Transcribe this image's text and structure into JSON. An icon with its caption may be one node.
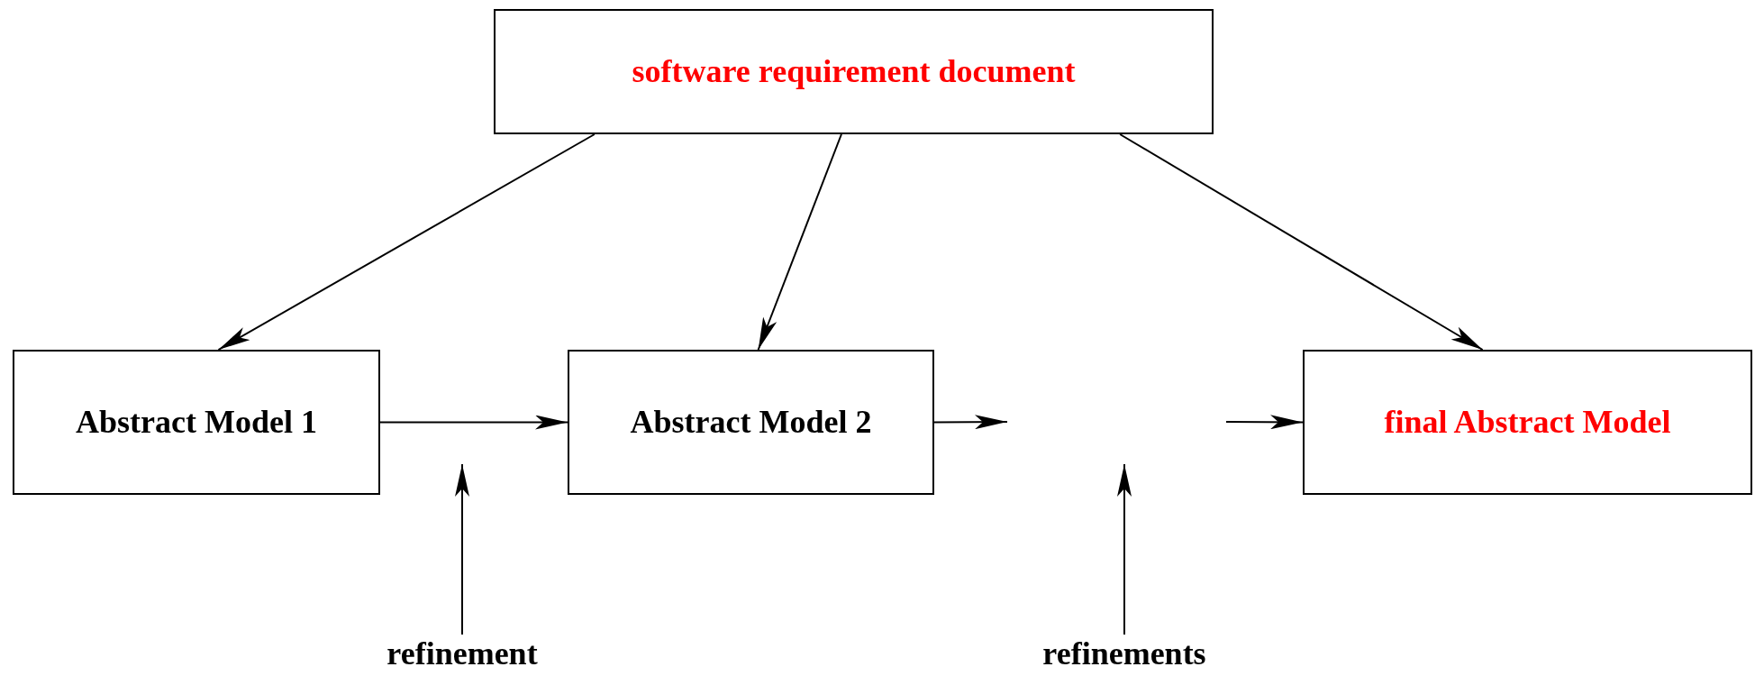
{
  "diagram": {
    "nodes": [
      {
        "text": [
          "software requirement document"
        ]
      },
      {
        "text": [
          "Abstract Model 1"
        ]
      },
      {
        "text": [
          "Abstract Model 2"
        ]
      },
      {
        "text": [
          "final Abstract Model"
        ]
      },
      {
        "text": [
          "refinement"
        ]
      },
      {
        "text": [
          "refinements"
        ]
      }
    ],
    "edges": [
      {
        "from": 0,
        "to": 1,
        "arrow": "to"
      },
      {
        "from": 0,
        "to": 2,
        "arrow": "to"
      },
      {
        "from": 0,
        "to": 3,
        "arrow": "to"
      },
      {
        "from": 1,
        "to": 2,
        "arrow": "to"
      },
      {
        "from": 2,
        "to": null,
        "arrow": "to"
      },
      {
        "from": null,
        "to": 3,
        "arrow": "to"
      },
      {
        "from": 4,
        "to": null,
        "arrow": "to"
      },
      {
        "from": 5,
        "to": null,
        "arrow": "to"
      }
    ]
  }
}
